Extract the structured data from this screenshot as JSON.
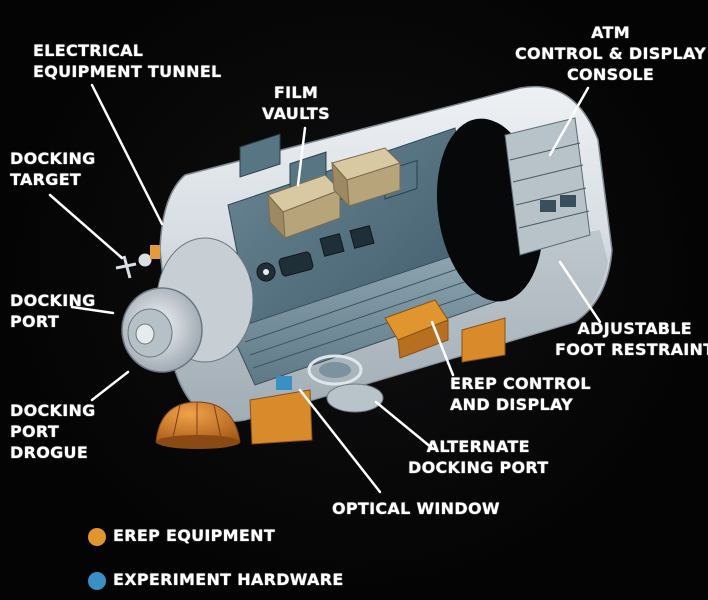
{
  "labels": {
    "electrical_tunnel": "ELECTRICAL\nEQUIPMENT TUNNEL",
    "docking_target": "DOCKING\nTARGET",
    "docking_port": "DOCKING\nPORT",
    "docking_port_drogue": "DOCKING\nPORT\nDROGUE",
    "film_vaults": "FILM\nVAULTS",
    "atm_console": "ATM\nCONTROL & DISPLAY\nCONSOLE",
    "foot_restraint": "ADJUSTABLE\nFOOT RESTRAINT",
    "erep_control": "EREP CONTROL\nAND DISPLAY",
    "alternate_port": "ALTERNATE\nDOCKING PORT",
    "optical_window": "OPTICAL WINDOW"
  },
  "legend": [
    {
      "label": "EREP EQUIPMENT",
      "color": "#e0952e"
    },
    {
      "label": "EXPERIMENT HARDWARE",
      "color": "#3a8fc4"
    }
  ]
}
